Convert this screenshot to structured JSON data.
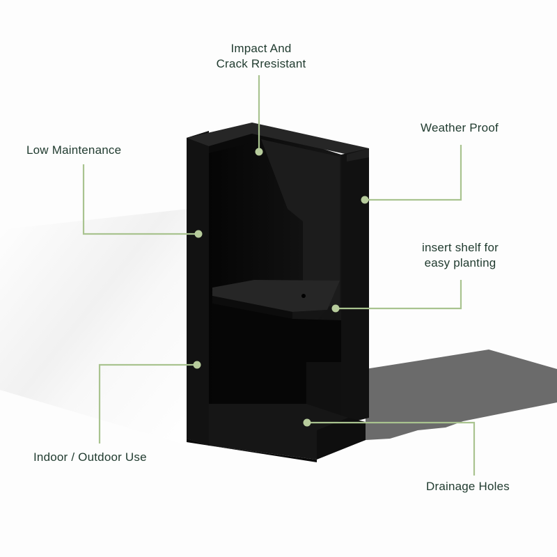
{
  "product": {
    "name": "planter-cutaway-render",
    "body_color": "#0d0d0d",
    "shadow_color": "#6b6b6b"
  },
  "callout_style": {
    "line_color": "#a9c38f",
    "dot_color": "#b7cc9c",
    "text_color": "#1f3a2e"
  },
  "callouts": {
    "impact": {
      "line1": "Impact And",
      "line2": "Crack Rresistant"
    },
    "maintenance": {
      "text": "Low Maintenance"
    },
    "weather": {
      "text": "Weather Proof"
    },
    "shelf": {
      "line1": "insert shelf for",
      "line2": "easy planting"
    },
    "indoor": {
      "text": "Indoor / Outdoor Use"
    },
    "drainage": {
      "text": "Drainage Holes"
    }
  }
}
